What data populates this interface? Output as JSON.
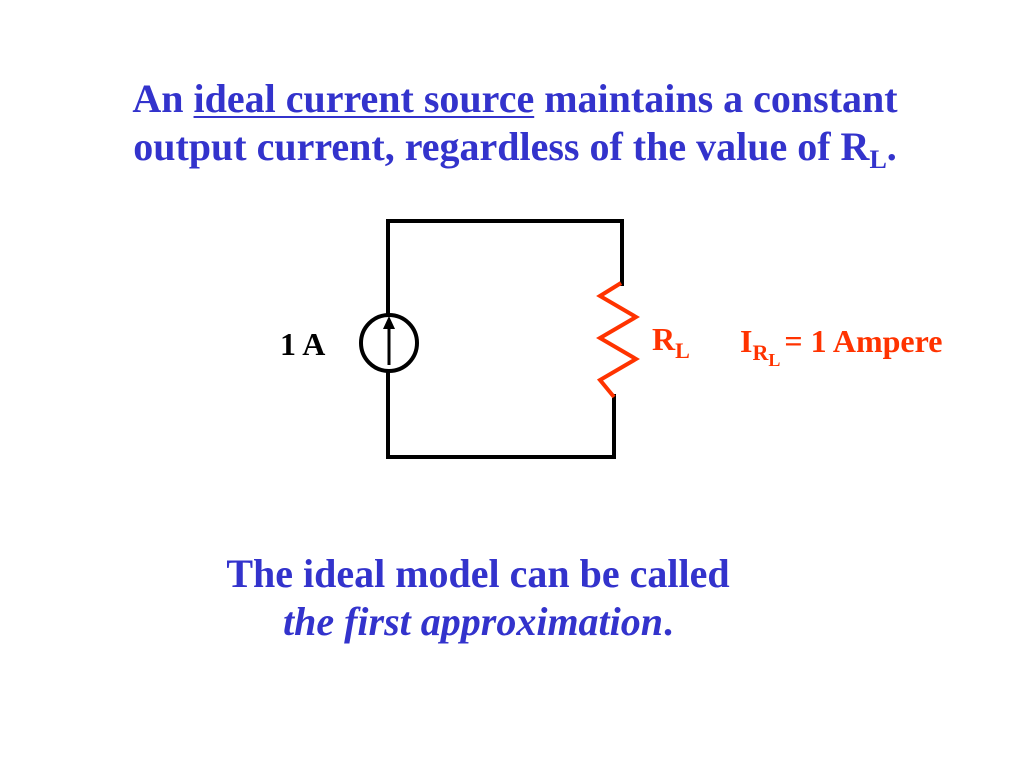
{
  "colors": {
    "title_text": "#3333CC",
    "accent": "#FF3300",
    "wire": "#000000",
    "background": "#FFFFFF"
  },
  "icons": {
    "current_source": "current-source-icon",
    "resistor": "resistor-icon"
  },
  "title": {
    "prefix": "An",
    "underlined": "ideal current source",
    "line1_rest": "maintains a constant",
    "line2_main": "output current, regardless of the value of R",
    "line2_sub": "L",
    "line2_end": "."
  },
  "circuit": {
    "source_label": "1 A",
    "resistor_label_main": "R",
    "resistor_label_sub": "L",
    "current_label": {
      "main": "I",
      "sub": "R",
      "subsub": "L",
      "rest": "= 1 Ampere"
    }
  },
  "footer": {
    "line1": "The ideal model can be called",
    "line2_italic": "the first approximation",
    "line2_end": "."
  }
}
